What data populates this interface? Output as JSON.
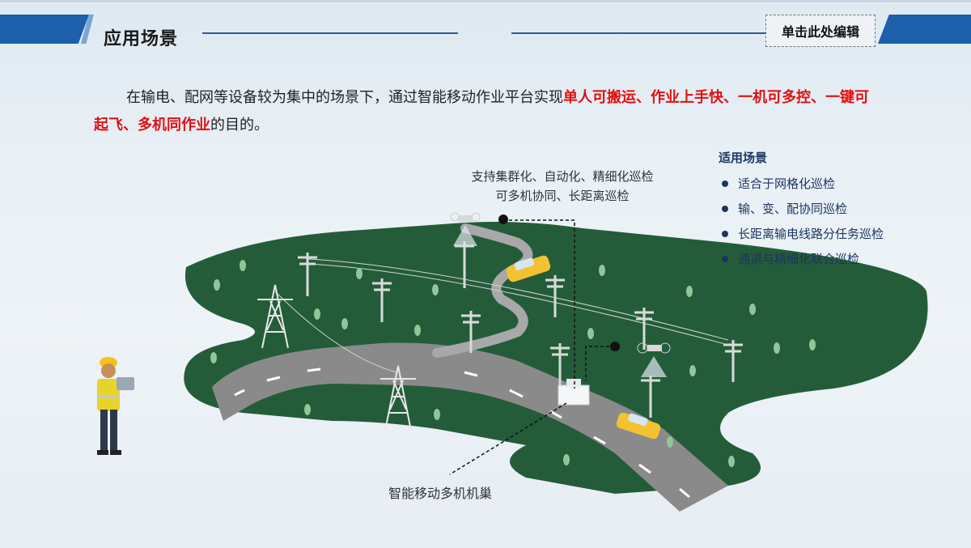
{
  "header": {
    "title": "应用场景",
    "edit_label": "单击此处编辑"
  },
  "intro": {
    "text_before": "在输电、配网等设备较为集中的场景下，通过智能移动作业平台实现",
    "highlight": "单人可搬运、作业上手快、一机可多控、一键可起飞、多机同作业",
    "text_after": "的目的。"
  },
  "diagram": {
    "callout_top_line1": "支持集群化、自动化、精细化巡检",
    "callout_top_line2": "可多机协同、长距离巡检",
    "callout_bottom": "智能移动多机机巢"
  },
  "applicable_scenes": {
    "title": "适用场景",
    "items": [
      "适合于网格化巡检",
      "输、变、配协同巡检",
      "长距离输电线路分任务巡检",
      "通道与精细化联合巡检"
    ]
  },
  "colors": {
    "brand_blue": "#1c5faa",
    "highlight_red": "#e01010",
    "grass_green": "#245c3a",
    "road_gray": "#8a8a8a",
    "text_navy": "#1c3560"
  },
  "icons": [
    "drone-icon",
    "transmission-tower-icon",
    "utility-pole-icon",
    "car-icon",
    "drone-nest-icon",
    "worker-icon",
    "tree-icon"
  ]
}
